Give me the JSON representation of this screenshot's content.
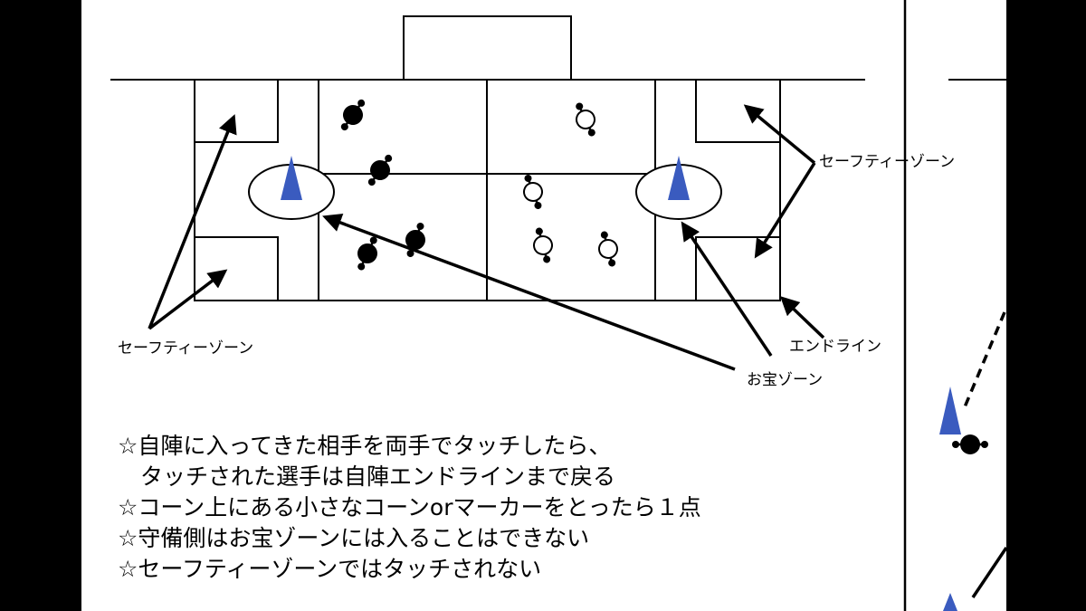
{
  "labels": {
    "safety_zone_right": "セーフティーゾーン",
    "safety_zone_left": "セーフティーゾーン",
    "end_line": "エンドライン",
    "treasure_zone": "お宝ゾーン"
  },
  "rules": [
    "☆自陣に入ってきた相手を両手でタッチしたら、",
    "　タッチされた選手は自陣エンドラインまで戻る",
    "☆コーン上にある小さなコーンorマーカーをとったら１点",
    "☆守備側はお宝ゾーンには入ることはできない",
    "☆セーフティーゾーンではタッチされない"
  ],
  "colors": {
    "cone": "#3a5bbf",
    "background": "#ffffff",
    "letterbox": "#000000",
    "line": "#000000"
  },
  "icons": [
    "cone-icon",
    "player-icon",
    "arrow-icon"
  ]
}
